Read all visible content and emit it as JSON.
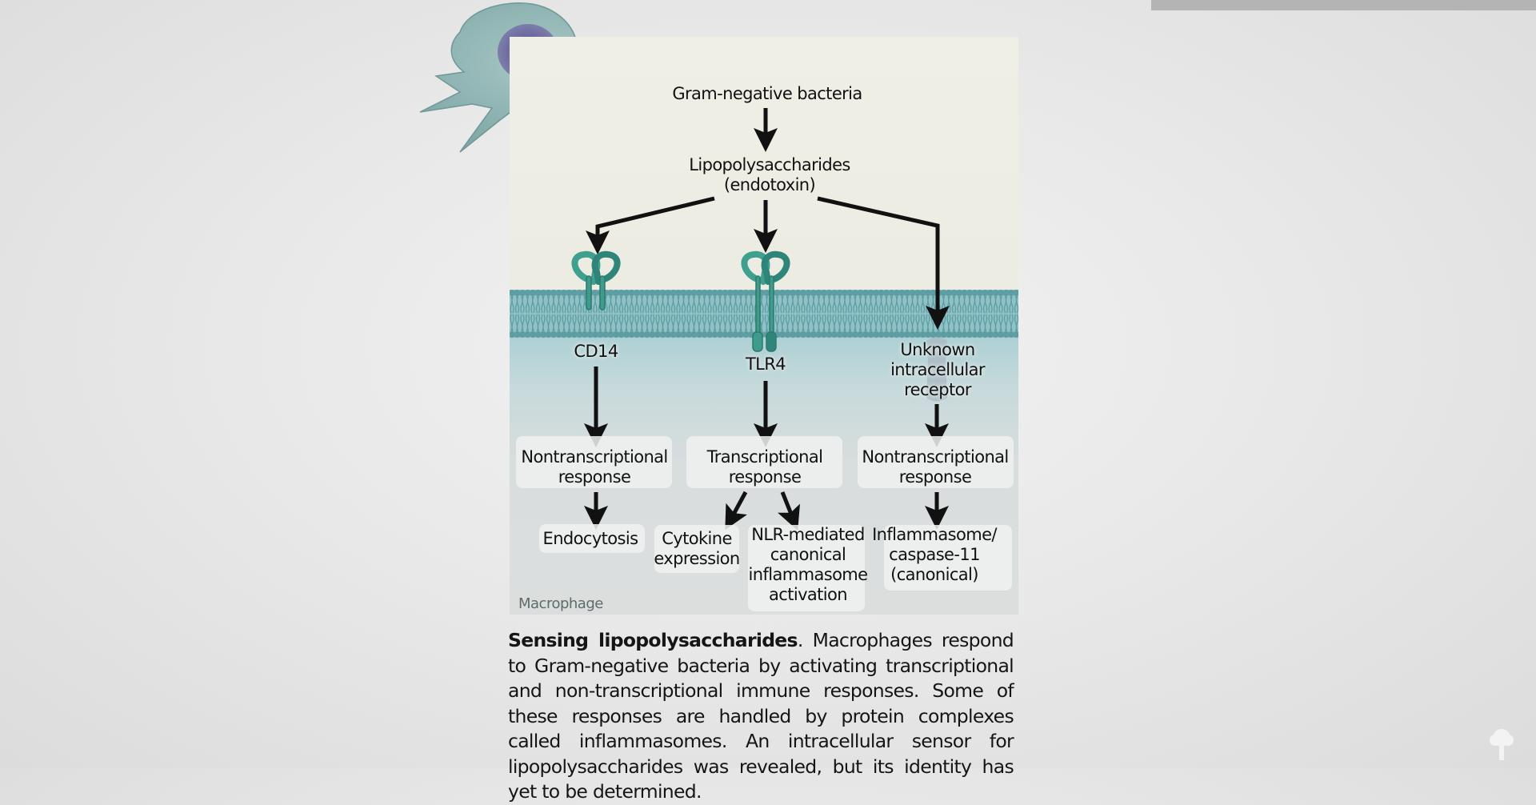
{
  "figure": {
    "title_label": "Gram-negative bacteria",
    "lps_label_line1": "Lipopolysaccharides",
    "lps_label_line2": "(endotoxin)",
    "compartment_label": "Macrophage",
    "receptors": [
      {
        "name": "CD14",
        "lines": [
          "CD14"
        ]
      },
      {
        "name": "TLR4",
        "lines": [
          "TLR4"
        ]
      },
      {
        "name": "Unknown intracellular receptor",
        "lines": [
          "Unknown",
          "intracellular",
          "receptor"
        ]
      }
    ],
    "responses": [
      {
        "lines": [
          "Nontranscriptional",
          "response"
        ]
      },
      {
        "lines": [
          "Transcriptional",
          "response"
        ]
      },
      {
        "lines": [
          "Nontranscriptional",
          "response"
        ]
      }
    ],
    "outcomes": [
      {
        "lines": [
          "Endocytosis"
        ]
      },
      {
        "lines": [
          "Cytokine",
          "expression"
        ]
      },
      {
        "lines": [
          "NLR-mediated",
          "canonical",
          "inflammasome",
          "activation"
        ]
      },
      {
        "lines": [
          "Inflammasome/",
          "caspase-11",
          "(canonical)"
        ]
      }
    ],
    "colors": {
      "membrane": "#5e9ea3",
      "receptor": "#3f9c8c",
      "bacteria": "#d9c94a",
      "arrow": "#111111"
    }
  },
  "caption": {
    "bold_title": "Sensing lipopolysaccharides",
    "text": ". Macrophages respond to Gram-negative bacteria by activating transcriptional and non-transcriptional immune responses. Some of these responses are handled by protein complexes called inflammasomes. An intracellular sensor for lipopolysaccharides was revealed, but its identity has yet to be determined."
  },
  "icons": {
    "corner": "tree-icon"
  }
}
